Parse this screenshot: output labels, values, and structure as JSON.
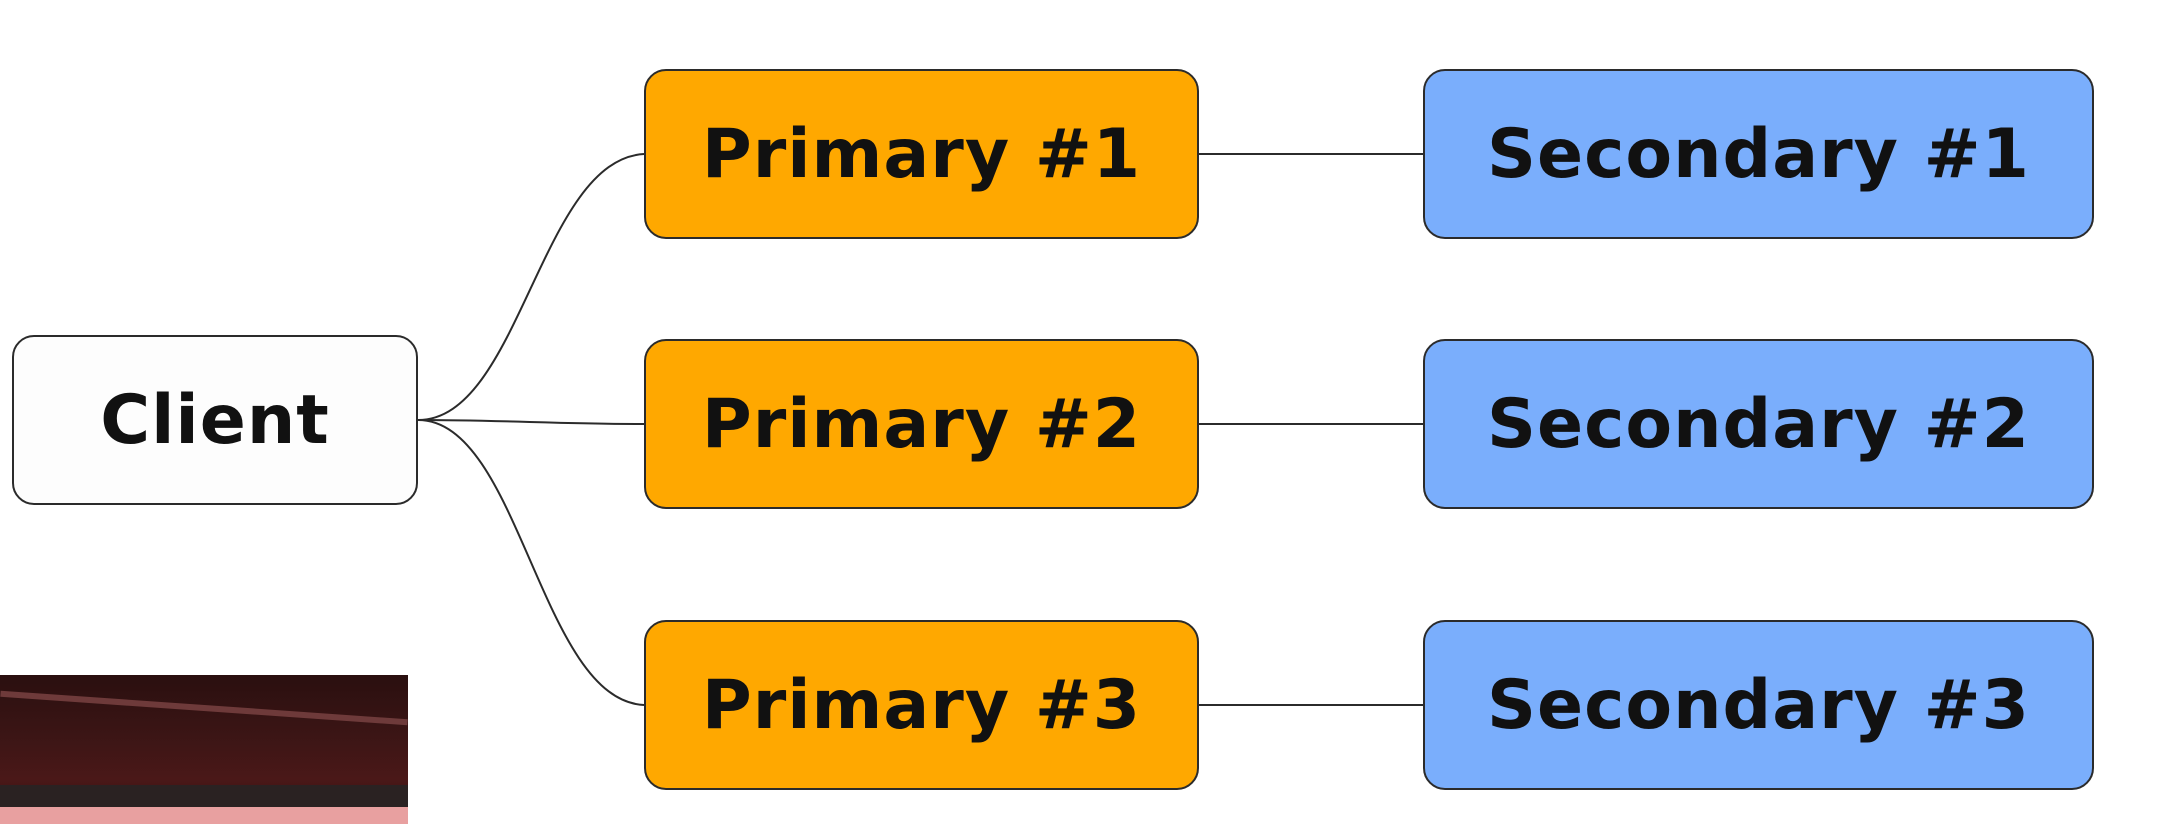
{
  "diagram": {
    "client": {
      "label": "Client",
      "fill": "#fdfdfd"
    },
    "primaries": [
      {
        "label": "Primary #1",
        "fill": "#ffa800"
      },
      {
        "label": "Primary #2",
        "fill": "#ffa800"
      },
      {
        "label": "Primary #3",
        "fill": "#ffa800"
      }
    ],
    "secondaries": [
      {
        "label": "Secondary #1",
        "fill": "#7aaefc"
      },
      {
        "label": "Secondary #2",
        "fill": "#7aaefc"
      },
      {
        "label": "Secondary #3",
        "fill": "#7aaefc"
      }
    ],
    "connector_color": "#2b2b2b"
  },
  "thumbnail": {
    "icon": "video-thumbnail"
  }
}
